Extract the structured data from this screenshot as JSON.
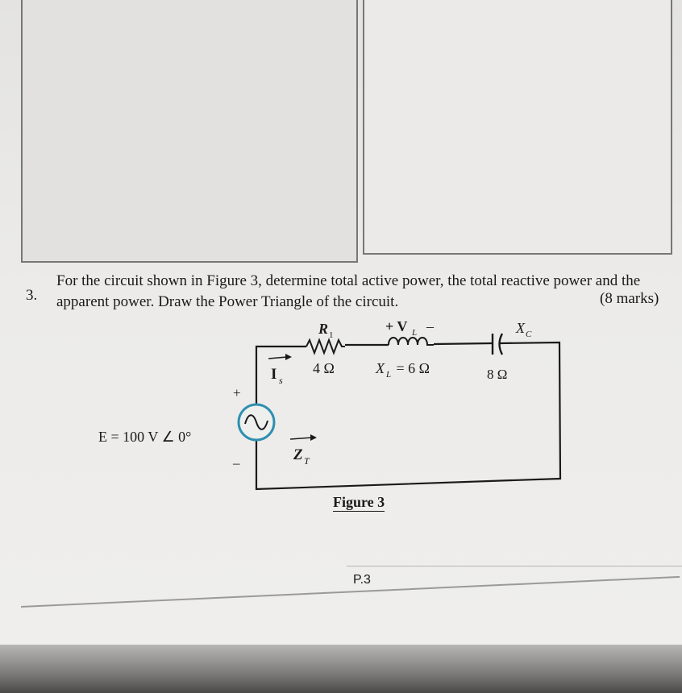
{
  "question": {
    "number": "3.",
    "line1": "For the circuit shown in Figure 3, determine total active power, the total reactive power and the",
    "line2": "apparent power. Draw the Power Triangle of the circuit.",
    "marks": "(8 marks)"
  },
  "circuit": {
    "source_label": "E  =  100 V ∠ 0°",
    "source_plus": "+",
    "source_minus": "–",
    "current_label": "I",
    "current_sub": "s",
    "impedance_label": "Z",
    "impedance_sub": "T",
    "r1_label": "R",
    "r1_sub": "1",
    "r1_value": "4 Ω",
    "vl_label": "+ V",
    "vl_sub": "L",
    "vl_minus": "–",
    "xl_value": "X",
    "xl_sub": "L",
    "xl_rest": " = 6 Ω",
    "xc_label": "X",
    "xc_sub": "C",
    "xc_value": "8 Ω"
  },
  "figure_caption": "Figure 3",
  "page_number": "P.3"
}
